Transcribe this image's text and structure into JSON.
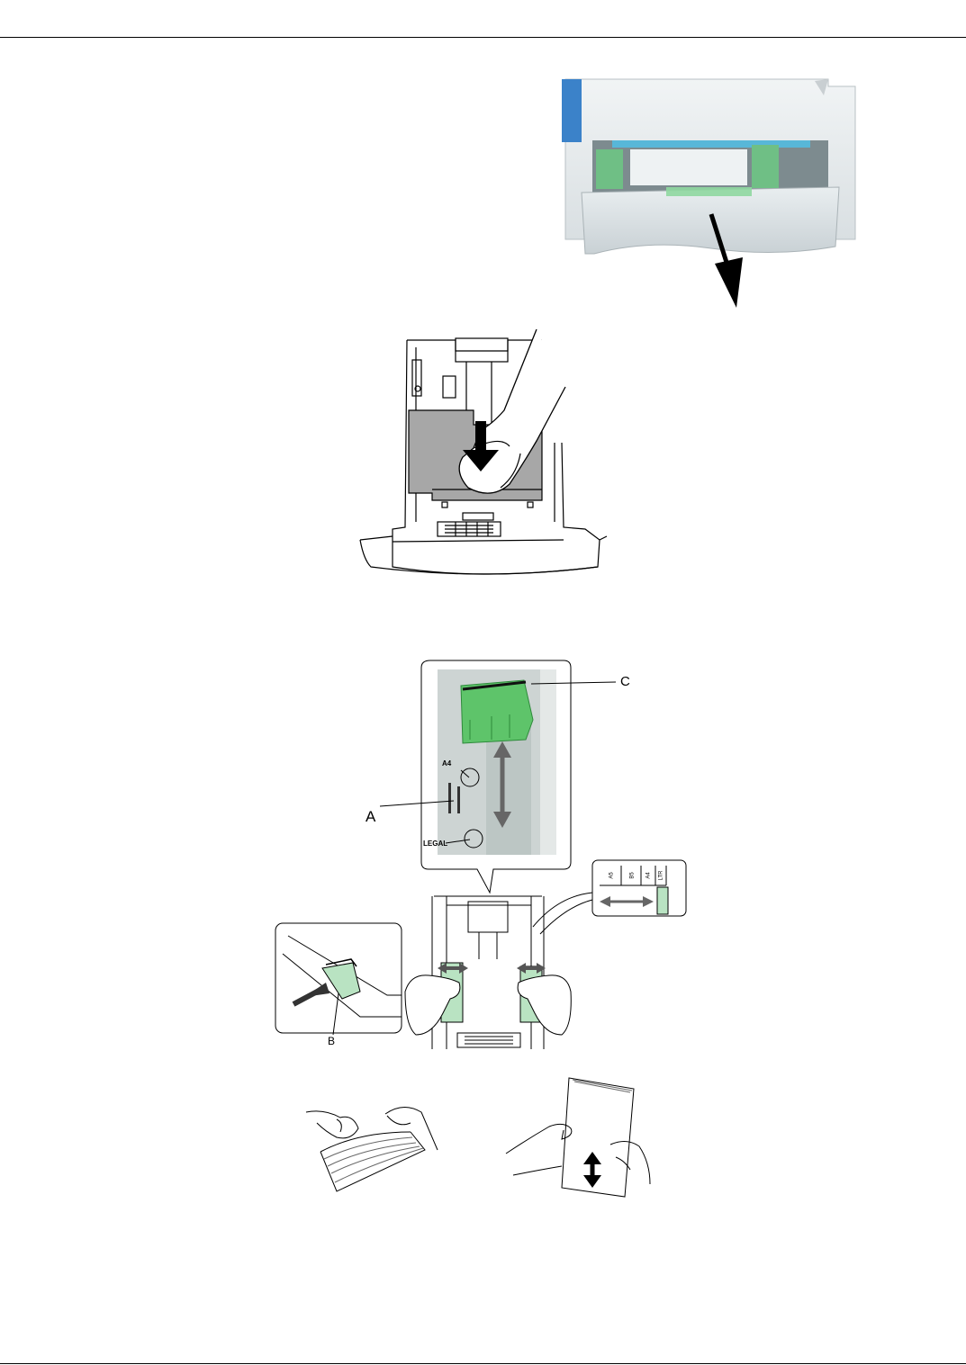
{
  "figures": {
    "tray_pullout_photo": {
      "description_hidden": true
    },
    "tray_press_plate": {},
    "guides_adjust": {
      "callouts": {
        "a": "A",
        "b": "B",
        "c": "C"
      },
      "inset_labels": {
        "a4": "A4",
        "legal": "LEGAL"
      },
      "scale_labels": [
        "A5",
        "B5",
        "A4",
        "LTR"
      ]
    },
    "paper_prep": {}
  },
  "colors": {
    "guide_green": "#5ec46a",
    "inset_green": "#b9e3c2",
    "plate_gray": "#a7a7a7"
  }
}
